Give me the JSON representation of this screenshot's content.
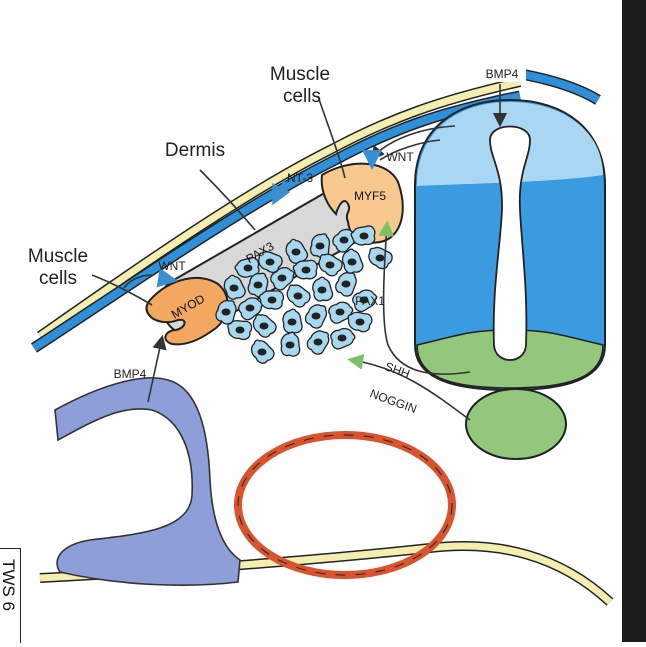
{
  "labels": {
    "muscle_cells_top_line1": "Muscle",
    "muscle_cells_top_line2": "cells",
    "muscle_cells_left_line1": "Muscle",
    "muscle_cells_left_line2": "cells",
    "dermis": "Dermis",
    "bmp4_top": "BMP4",
    "bmp4_bottom": "BMP4",
    "wnt_top": "WNT",
    "wnt_left": "WNT",
    "nt3": "NT-3",
    "myf5": "MYF5",
    "pax3": "PAX3",
    "myod": "MYOD",
    "pax1": "PAX1",
    "shh": "SHH",
    "noggin": "NOGGIN",
    "edge_cut_text": "TWS 6"
  },
  "colors": {
    "neural_tube_dorsal": "#a9d6f2",
    "neural_tube_main": "#3a9be0",
    "floor_plate": "#92c77c",
    "notochord": "#92c77c",
    "ectoderm_blue": "#2f8fd8",
    "ectoderm_yellow": "#f4efb0",
    "dermomyotome_grey": "#d8d8d8",
    "myotome_orange": "#f2a860",
    "myf5_orange": "#f7c98f",
    "sclerotome_cells": "#a8d8ef",
    "lateral_plate": "#8e9ed8",
    "dorsal_aorta_red": "#d9542e"
  }
}
